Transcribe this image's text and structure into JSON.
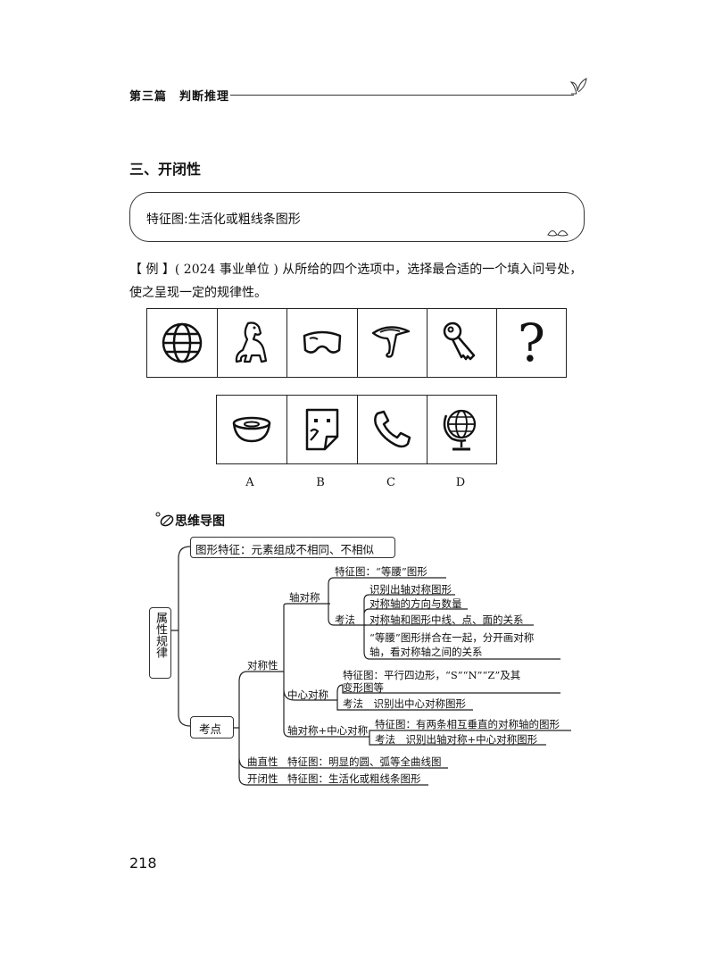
{
  "header": {
    "title": "第三篇　判断推理"
  },
  "section": {
    "title": "三、开闭性"
  },
  "feature": {
    "label": "特征图:",
    "text": "生活化或粗线条图形"
  },
  "question": {
    "line1": "【 例 】( 2024 事业单位 ) 从所给的四个选项中，选择最合适的一个填入问号处，",
    "line2": "使之呈现一定的规律性。",
    "question_mark": "?",
    "sequence_icons": [
      "globe-icon",
      "dog-icon",
      "goggles-icon",
      "hook-icon",
      "key-icon",
      "question-mark"
    ],
    "option_icons": [
      "bowl-icon",
      "folded-paper-face-icon",
      "phone-icon",
      "desk-globe-icon"
    ],
    "option_labels": [
      "A",
      "B",
      "C",
      "D"
    ]
  },
  "mindmap": {
    "title": "思维导图",
    "root": "属性规律",
    "branch1": "图形特征：元素组成不相同、不相似",
    "branch2": "考点",
    "symmetry": "对称性",
    "axis": "轴对称",
    "axis_feature": "特征图：“等腰”图形",
    "axis_method": "考法",
    "axis_methods": [
      "识别出轴对称图形",
      "对称轴的方向与数量",
      "对称轴和图形中线、点、面的关系",
      "“等腰”图形拼合在一起，分开画对称",
      "轴，看对称轴之间的关系"
    ],
    "center": "中心对称",
    "center_feature_1": "特征图：平行四边形，“S”“N”“Z”及其",
    "center_feature_2": "变形图等",
    "center_method": "考法　识别出中心对称图形",
    "both": "轴对称+中心对称",
    "both_feature": "特征图：有两条相互垂直的对称轴的图形",
    "both_method": "考法　识别出轴对称+中心对称图形",
    "curve": "曲直性",
    "curve_feature": "特征图：明显的圆、弧等全曲线图",
    "open": "开闭性",
    "open_feature": "特征图：生活化或粗线条图形"
  },
  "page": {
    "number": "218"
  }
}
